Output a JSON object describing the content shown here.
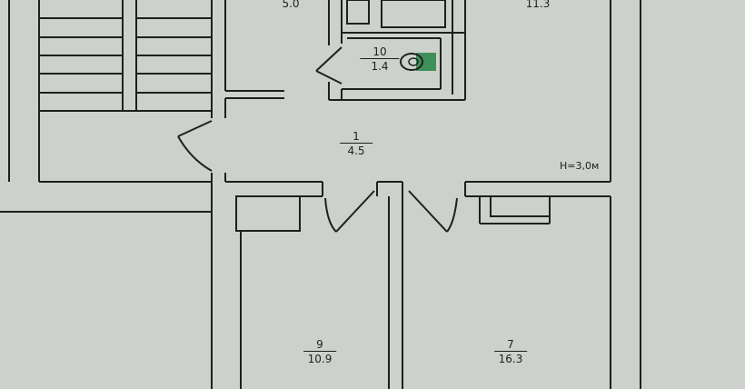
{
  "rooms": {
    "corridor": {
      "number": "1",
      "area": "4.5"
    },
    "toilet": {
      "number": "10",
      "area": "1.4"
    },
    "room_top_left": {
      "number": "",
      "area": "5.0"
    },
    "room_top_right": {
      "number": "",
      "area": "11.3"
    },
    "room_9": {
      "number": "9",
      "area": "10.9"
    },
    "room_7": {
      "number": "7",
      "area": "16.3"
    }
  },
  "notes": {
    "ceiling_height": "H=3,0м"
  },
  "colors": {
    "paper": "#cdd1cb",
    "ink": "#1e201e",
    "fixture_green": "#3f8f5a"
  }
}
